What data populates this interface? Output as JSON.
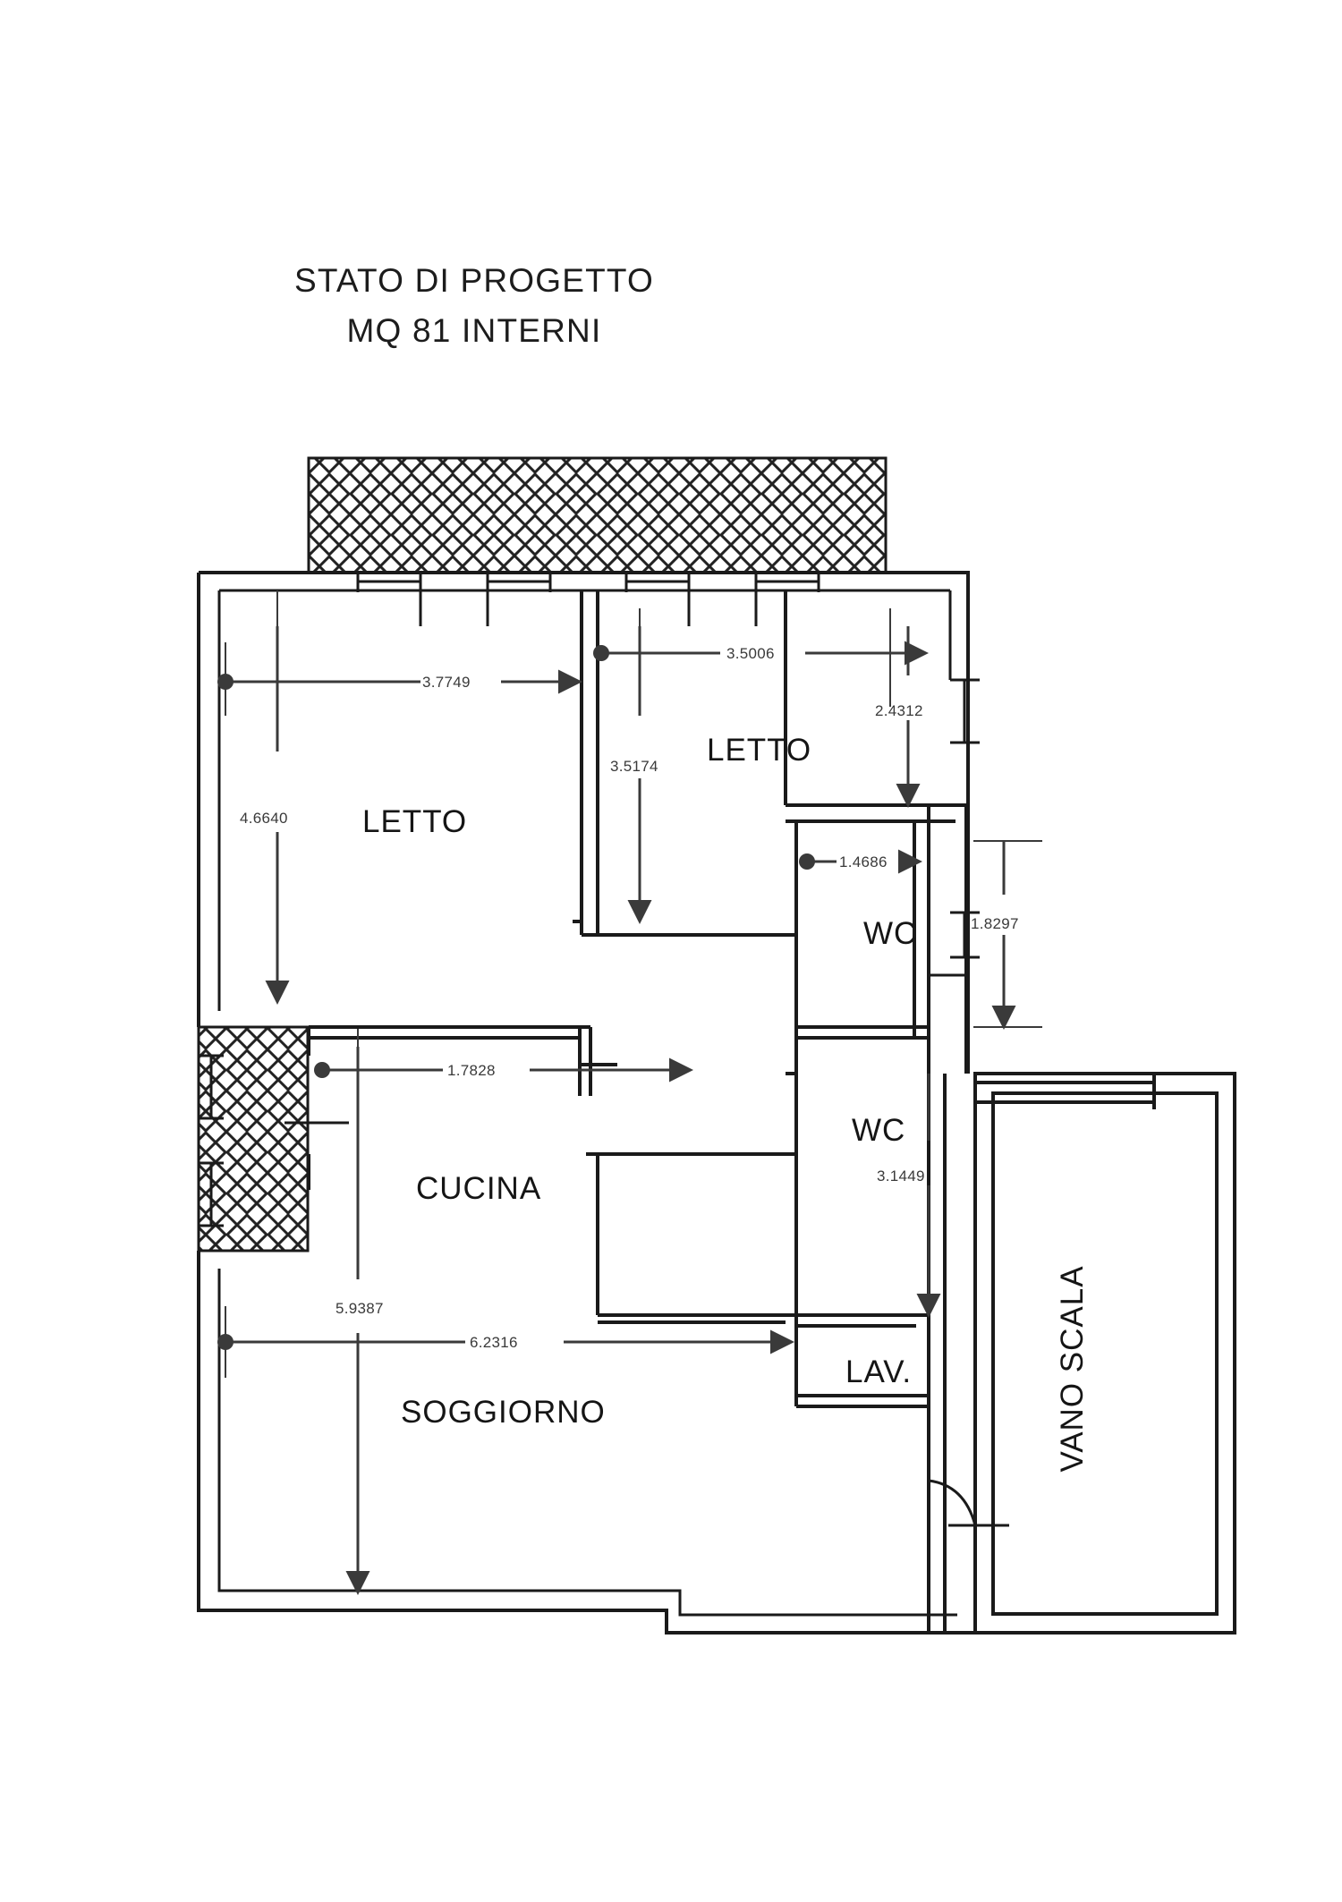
{
  "document": {
    "type": "architectural-floor-plan",
    "language": "it",
    "title_lines": [
      "STATO DI PROGETTO",
      "MQ 81 INTERNI"
    ],
    "title_line_1": "STATO DI PROGETTO",
    "title_line_2": "MQ 81 INTERNI"
  },
  "rooms": [
    {
      "id": "letto-1",
      "label": "LETTO"
    },
    {
      "id": "letto-2",
      "label": "LETTO"
    },
    {
      "id": "wc-1",
      "label": "WC"
    },
    {
      "id": "wc-2",
      "label": "WC"
    },
    {
      "id": "cucina",
      "label": "CUCINA"
    },
    {
      "id": "soggiorno",
      "label": "SOGGIORNO"
    },
    {
      "id": "lav",
      "label": "LAV."
    },
    {
      "id": "vano-scala",
      "label": "VANO SCALA"
    }
  ],
  "room_labels": {
    "letto_1": "LETTO",
    "letto_2": "LETTO",
    "wc_1": "WC",
    "wc_2": "WC",
    "cucina": "CUCINA",
    "soggiorno": "SOGGIORNO",
    "lav": "LAV.",
    "vano_scala": "VANO SCALA"
  },
  "dimensions": {
    "letto1_width": "3.7749",
    "letto1_height": "4.6640",
    "letto2_width": "3.5006",
    "letto2_height": "3.5174",
    "right_strip_height": "2.4312",
    "wc1_width": "1.4686",
    "wc1_height": "1.8297",
    "cucina_width": "1.7828",
    "cucina_soggiorno_height": "5.9387",
    "soggiorno_width": "6.2316",
    "wc2_corridor_height": "3.1449"
  },
  "dimension_list": [
    {
      "value": "3.7749",
      "orientation": "horizontal",
      "room": "letto-1"
    },
    {
      "value": "4.6640",
      "orientation": "vertical",
      "room": "letto-1"
    },
    {
      "value": "3.5006",
      "orientation": "horizontal",
      "room": "letto-2"
    },
    {
      "value": "3.5174",
      "orientation": "vertical",
      "room": "letto-2"
    },
    {
      "value": "2.4312",
      "orientation": "vertical",
      "room": "right-strip"
    },
    {
      "value": "1.4686",
      "orientation": "horizontal",
      "room": "wc-1"
    },
    {
      "value": "1.8297",
      "orientation": "vertical",
      "room": "wc-1"
    },
    {
      "value": "1.7828",
      "orientation": "horizontal",
      "room": "cucina"
    },
    {
      "value": "5.9387",
      "orientation": "vertical",
      "room": "cucina-soggiorno"
    },
    {
      "value": "6.2316",
      "orientation": "horizontal",
      "room": "soggiorno"
    },
    {
      "value": "3.1449",
      "orientation": "vertical",
      "room": "wc-2"
    }
  ],
  "style": {
    "line_color": "#1a1a1a",
    "dimension_color": "#3a3a3a",
    "background": "#ffffff",
    "hatch_color": "#222222"
  }
}
